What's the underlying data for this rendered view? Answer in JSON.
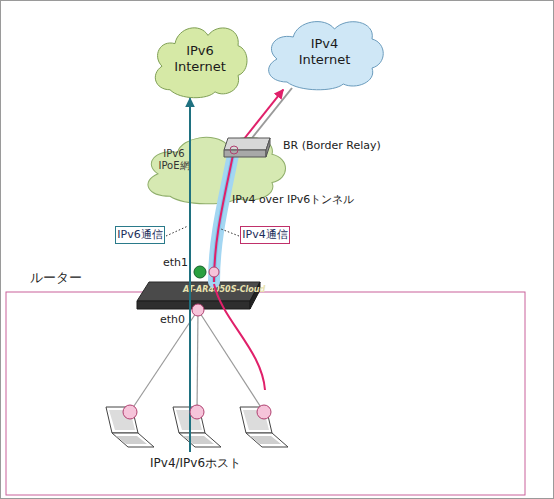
{
  "diagram": {
    "nodes": [
      {
        "text": [
          "IPv6 Internet"
        ]
      },
      {
        "text": [
          "IPv4 Internet"
        ]
      },
      {
        "text": [
          "IPv6 IPoE網"
        ]
      },
      {
        "text": [
          "BR (Border Relay)"
        ]
      },
      {
        "text": [
          "IPv6通信"
        ]
      },
      {
        "text": [
          "IPv4通信"
        ]
      },
      {
        "text": [
          "AT-AR4050S-Cloud"
        ]
      }
    ],
    "edges": [
      {
        "from": 6,
        "to": 0,
        "arrow": "to"
      },
      {
        "from": 6,
        "to": 3,
        "arrow": "none"
      },
      {
        "from": 3,
        "to": 1,
        "arrow": "none"
      },
      {
        "from": 3,
        "to": 1,
        "arrow": "to"
      }
    ],
    "labels": [
      "IPv4 over IPv6トンネル",
      "eth1",
      "ルーター",
      "eth0",
      "IPv4/IPv6ホスト"
    ]
  }
}
